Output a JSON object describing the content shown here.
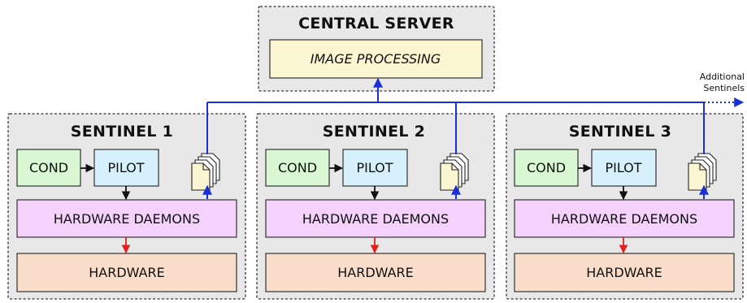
{
  "central_server": {
    "title": "CENTRAL SERVER",
    "processing_label": "IMAGE PROCESSING"
  },
  "additional": {
    "line1": "Additional",
    "line2": "Sentinels"
  },
  "sentinels": [
    {
      "title": "SENTINEL 1",
      "cond_label": "COND",
      "pilot_label": "PILOT",
      "daemons_label": "HARDWARE DAEMONS",
      "hardware_label": "HARDWARE"
    },
    {
      "title": "SENTINEL 2",
      "cond_label": "COND",
      "pilot_label": "PILOT",
      "daemons_label": "HARDWARE DAEMONS",
      "hardware_label": "HARDWARE"
    },
    {
      "title": "SENTINEL 3",
      "cond_label": "COND",
      "pilot_label": "PILOT",
      "daemons_label": "HARDWARE DAEMONS",
      "hardware_label": "HARDWARE"
    }
  ],
  "colors": {
    "group_fill": "#e8e8e8",
    "processing_fill": "#fdf6d3",
    "cond_fill": "#d9f7d3",
    "pilot_fill": "#d6f1fb",
    "daemons_fill": "#f4d2fb",
    "hardware_fill": "#f9ddcb",
    "data_link": "#1b2fd6",
    "control_arrow": "#111111",
    "hardware_arrow": "#e32020"
  }
}
